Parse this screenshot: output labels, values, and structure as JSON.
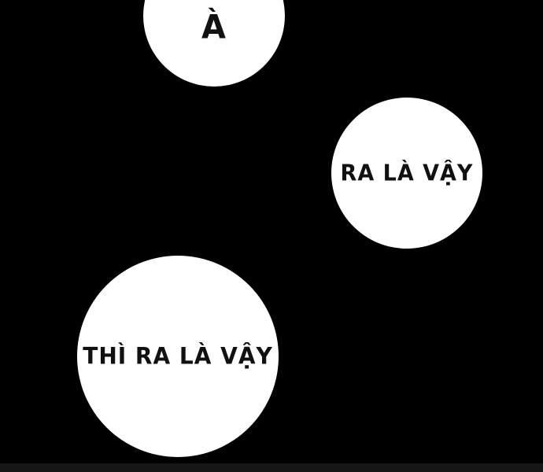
{
  "panel": {
    "background_color": "#000000",
    "bubble_fill_color": "#ffffff",
    "text_color": "#111111",
    "divider_color": "#161616"
  },
  "bubbles": [
    {
      "id": "bubble-top",
      "text": "À"
    },
    {
      "id": "bubble-right",
      "text": "RA LÀ VẬY"
    },
    {
      "id": "bubble-bottom-left",
      "text": "THÌ RA LÀ VẬY"
    }
  ]
}
